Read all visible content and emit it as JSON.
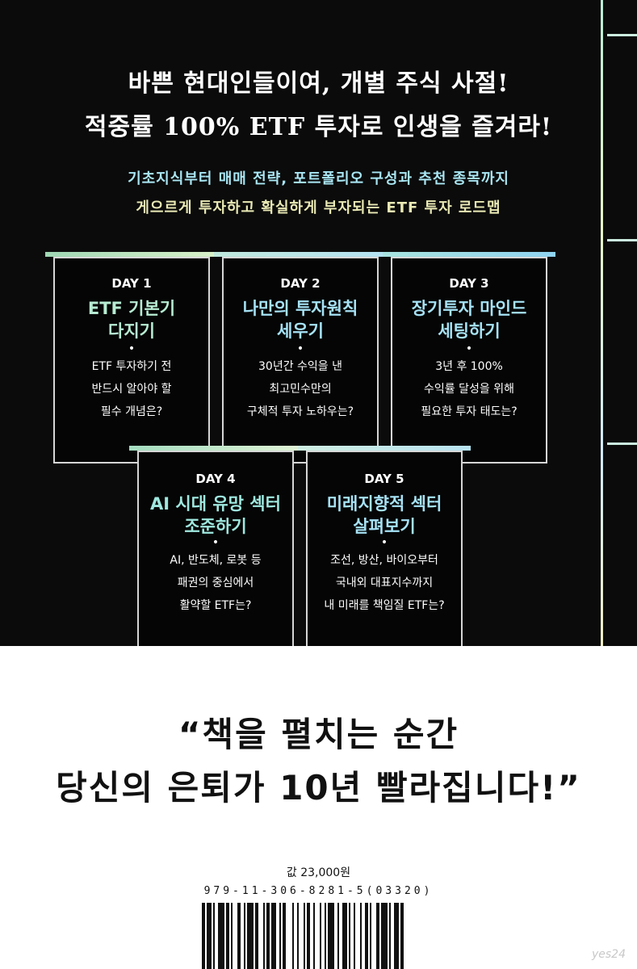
{
  "headline": {
    "line1": "바쁜 현대인들이여, 개별 주식 사절!",
    "line2": "적중률 100% ETF 투자로 인생을 즐겨라!"
  },
  "subtitle": {
    "line1": "기초지식부터 매매 전략, 포트폴리오 구성과 추천 종목까지",
    "line2": "게으르게 투자하고 확실하게 부자되는 ETF 투자 로드맵"
  },
  "days": [
    {
      "day": "DAY 1",
      "title": [
        "ETF 기본기",
        "다지기"
      ],
      "bullet": "•",
      "desc": [
        "ETF 투자하기 전",
        "반드시 알아야 할",
        "필수 개념은?"
      ]
    },
    {
      "day": "DAY 2",
      "title": [
        "나만의 투자원칙",
        "세우기"
      ],
      "bullet": "•",
      "desc": [
        "30년간 수익을 낸",
        "최고민수만의",
        "구체적 투자 노하우는?"
      ]
    },
    {
      "day": "DAY 3",
      "title": [
        "장기투자 마인드",
        "세팅하기"
      ],
      "bullet": "•",
      "desc": [
        "3년 후 100%",
        "수익률 달성을 위해",
        "필요한 투자 태도는?"
      ]
    },
    {
      "day": "DAY 4",
      "title": [
        "AI 시대 유망 섹터",
        "조준하기"
      ],
      "bullet": "•",
      "desc": [
        "AI, 반도체, 로봇 등",
        "패권의 중심에서",
        "활약할 ETF는?"
      ]
    },
    {
      "day": "DAY 5",
      "title": [
        "미래지향적 섹터",
        "살펴보기"
      ],
      "bullet": "•",
      "desc": [
        "조선, 방산, 바이오부터",
        "국내외 대표지수까지",
        "내 미래를 책임질 ETF는?"
      ]
    }
  ],
  "quote": {
    "line1": "“책을 펼치는 순간",
    "line2": "당신의 은퇴가 10년 빨라집니다!”"
  },
  "price": "값 23,000원",
  "isbn": "979-11-306-8281-5(03320)",
  "watermark": "yes24",
  "colors": {
    "background": "#0b0b0b",
    "accent_green": "#b7ecd3",
    "accent_blue": "#a6e2f5"
  }
}
